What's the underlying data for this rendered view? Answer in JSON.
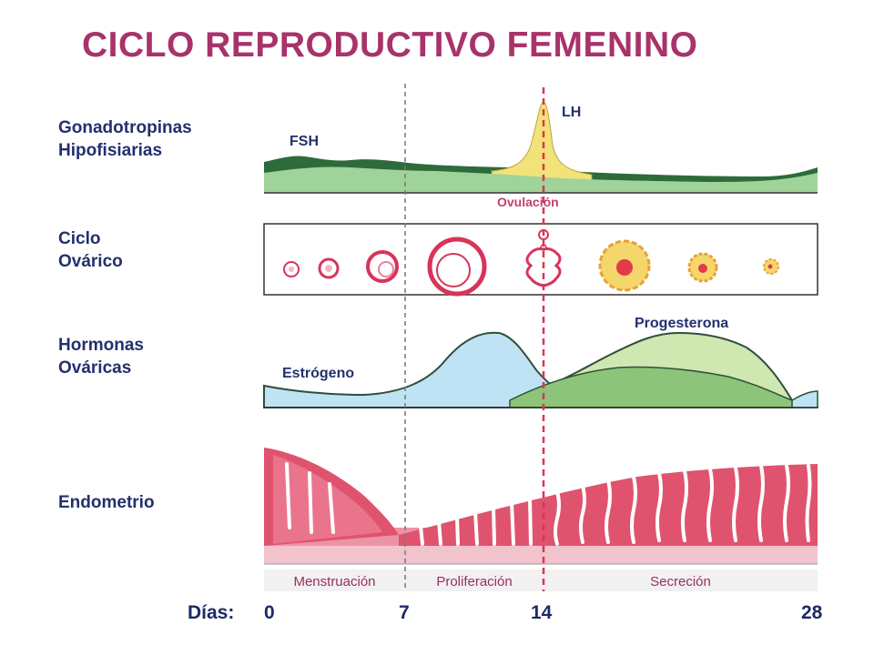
{
  "title": "CICLO REPRODUCTIVO FEMENINO",
  "rows": {
    "gonadotropinas": "Gonadotropinas\nHipofisiarias",
    "ovarico": "Ciclo\nOvárico",
    "hormonas": "Hormonas\nOváricas",
    "endometrio": "Endometrio"
  },
  "curve_labels": {
    "fsh": "FSH",
    "lh": "LH",
    "ovulacion": "Ovulación",
    "estrogeno": "Estrógeno",
    "progesterona": "Progesterona"
  },
  "phases": [
    "Menstruación",
    "Proliferación",
    "Secreción"
  ],
  "days_label": "Días:",
  "days": [
    "0",
    "7",
    "14",
    "28"
  ],
  "colors": {
    "title": "#a8336a",
    "labels": "#23306e",
    "fsh": "#2e6b3a",
    "lh": "#f2e27a",
    "estrogen": "#bfe3f5",
    "progesterone": "#cfe7b0",
    "endometrium": "#e0536e",
    "ovulation_line": "#e0334f"
  }
}
